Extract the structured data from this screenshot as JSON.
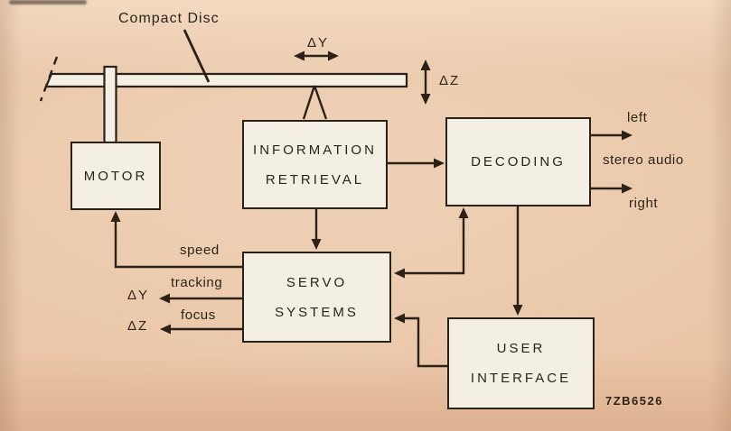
{
  "diagram": {
    "title_label": "Compact Disc",
    "part_number": "7ZB6526",
    "blocks": {
      "motor": {
        "label": "MOTOR"
      },
      "information_retrieval": {
        "line1": "INFORMATION",
        "line2": "RETRIEVAL"
      },
      "decoding": {
        "label": "DECODING"
      },
      "servo_systems": {
        "line1": "SERVO",
        "line2": "SYSTEMS"
      },
      "user_interface": {
        "line1": "USER",
        "line2": "INTERFACE"
      }
    },
    "signals": {
      "delta_y_top": "ΔY",
      "delta_z_top": "ΔZ",
      "left_out": "left",
      "stereo_audio": "stereo audio",
      "right_out": "right",
      "speed": "speed",
      "tracking": "tracking",
      "focus": "focus",
      "delta_y_out": "ΔY",
      "delta_z_out": "ΔZ"
    },
    "colors": {
      "background": "#eac6a7",
      "block_fill": "#f4efe4",
      "line": "#2a2118"
    }
  }
}
